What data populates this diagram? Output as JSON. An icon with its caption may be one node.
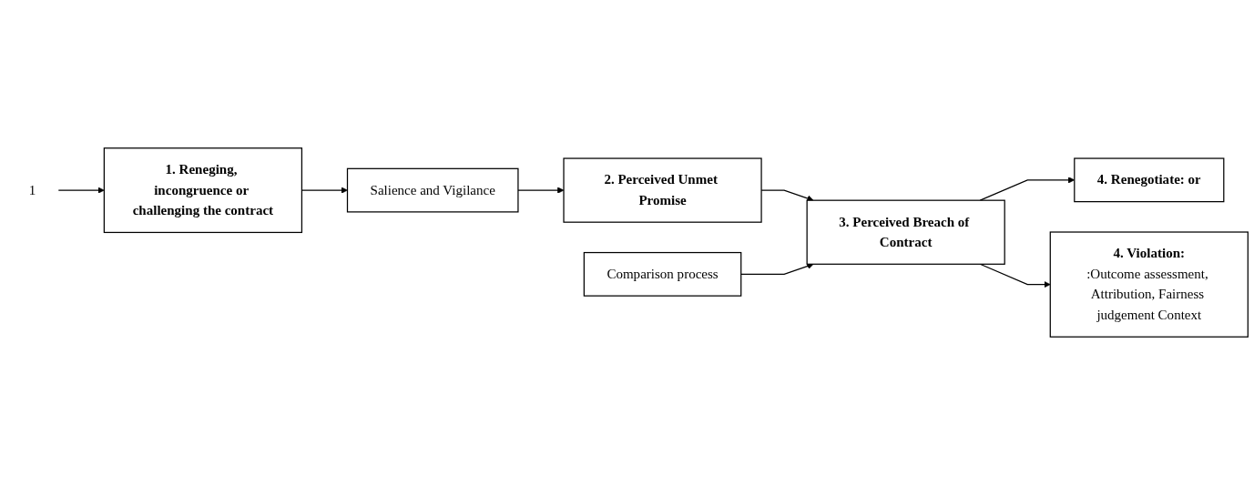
{
  "diagram": {
    "nodes": [
      {
        "text": [
          "1"
        ]
      },
      {
        "text": [
          "1. Reneging, incongruence or challenging the contract"
        ]
      },
      {
        "text": [
          "Salience and Vigilance"
        ]
      },
      {
        "text": [
          "2. Perceived Unmet Promise"
        ]
      },
      {
        "text": [
          "Comparison process"
        ]
      },
      {
        "text": [
          "3. Perceived Breach of Contract"
        ]
      },
      {
        "text": [
          "4. Renegotiate: or"
        ]
      },
      {
        "text": [
          "4. Violation:",
          ":Outcome assessment, Attribution, Fairness judgement Context"
        ]
      }
    ],
    "edges": [
      {
        "from": 0,
        "to": 1,
        "arrow": "to"
      },
      {
        "from": 1,
        "to": 2,
        "arrow": "to"
      },
      {
        "from": 2,
        "to": 3,
        "arrow": "to"
      },
      {
        "from": 3,
        "to": 5,
        "arrow": "to"
      },
      {
        "from": 4,
        "to": 5,
        "arrow": "to"
      },
      {
        "from": 5,
        "to": 6,
        "arrow": "to"
      },
      {
        "from": 5,
        "to": 7,
        "arrow": "to"
      }
    ]
  }
}
